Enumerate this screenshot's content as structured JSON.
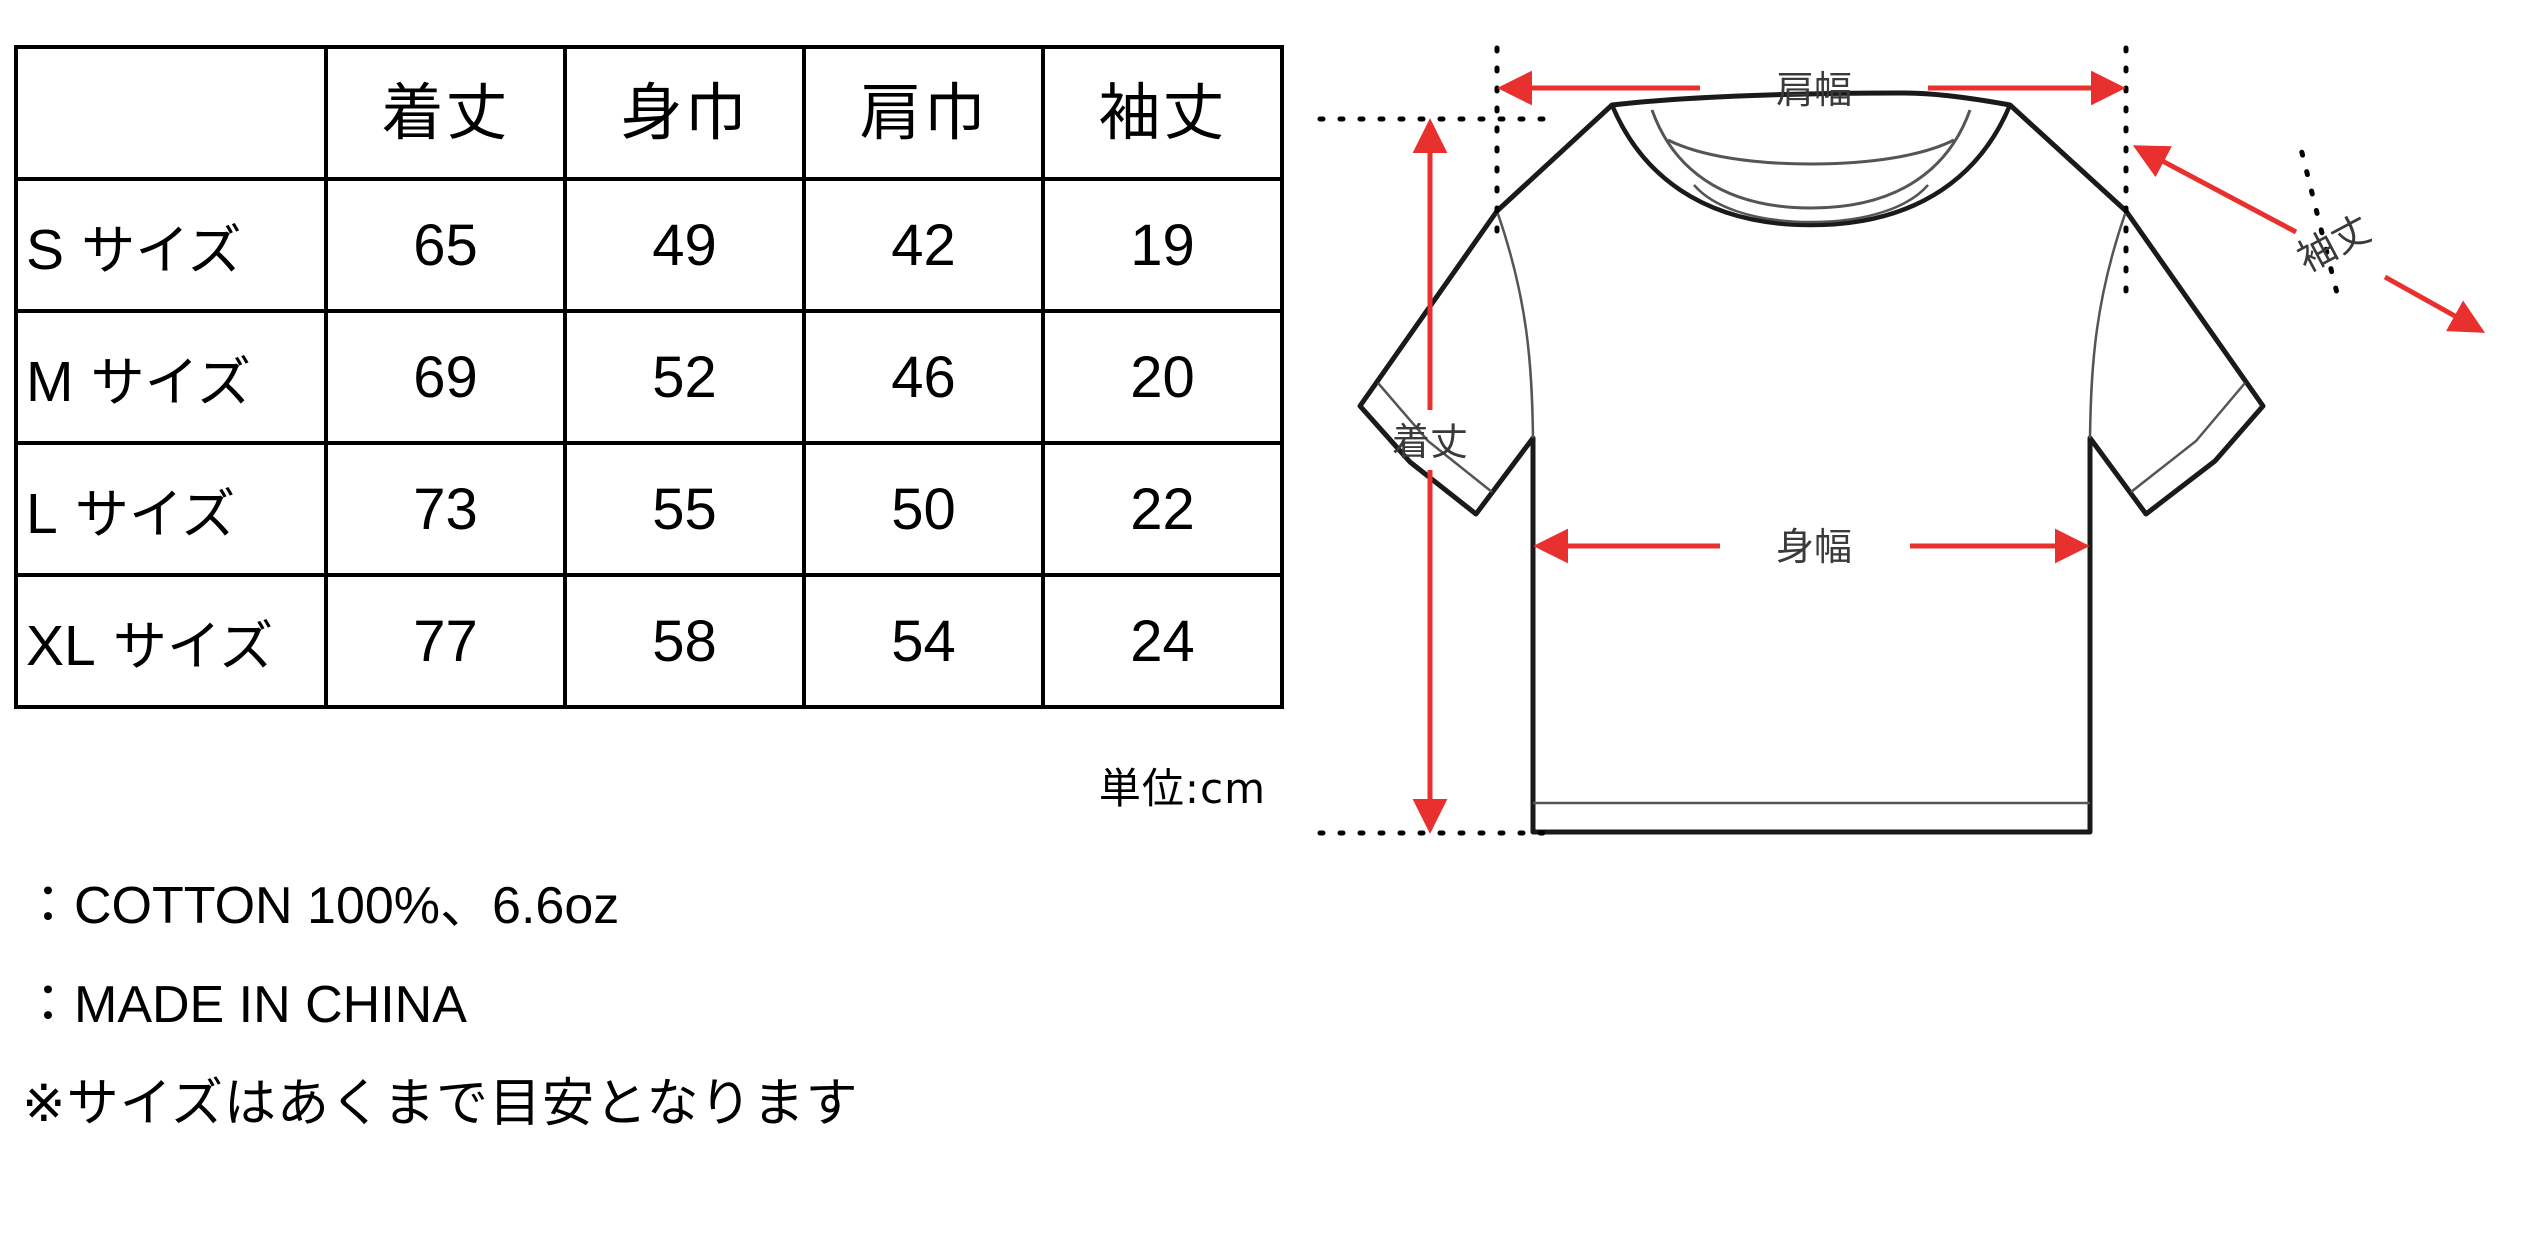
{
  "table": {
    "corner_label": "",
    "columns": [
      "着丈",
      "身巾",
      "肩巾",
      "袖丈"
    ],
    "rows": [
      {
        "label_size": "S",
        "label_suffix": " サイズ",
        "values": [
          "65",
          "49",
          "42",
          "19"
        ]
      },
      {
        "label_size": "M",
        "label_suffix": " サイズ",
        "values": [
          "69",
          "52",
          "46",
          "20"
        ]
      },
      {
        "label_size": "L",
        "label_suffix": " サイズ",
        "values": [
          "73",
          "55",
          "50",
          "22"
        ]
      },
      {
        "label_size": "XL",
        "label_suffix": " サイズ",
        "values": [
          "77",
          "58",
          "54",
          "24"
        ]
      }
    ],
    "unit_note": "単位:cm"
  },
  "notes": {
    "material": "：COTTON 100%、6.6oz",
    "origin": "：MADE IN CHINA",
    "disclaimer": "※サイズはあくまで目安となります"
  },
  "diagram": {
    "labels": {
      "shoulder_width": "肩幅",
      "sleeve_length": "袖丈",
      "body_length": "着丈",
      "body_width": "身幅"
    },
    "colors": {
      "arrow": "#e8312f",
      "guide": "#000000",
      "garment_outline": "#1a1a1a",
      "label_text": "#3a3a3a"
    }
  },
  "chart_data": {
    "type": "table",
    "title": "サイズ表",
    "categories": [
      "S サイズ",
      "M サイズ",
      "L サイズ",
      "XL サイズ"
    ],
    "columns": [
      "着丈",
      "身巾",
      "肩巾",
      "袖丈"
    ],
    "unit": "cm",
    "series": [
      {
        "name": "着丈",
        "values": [
          65,
          69,
          73,
          77
        ]
      },
      {
        "name": "身巾",
        "values": [
          49,
          52,
          55,
          58
        ]
      },
      {
        "name": "肩巾",
        "values": [
          42,
          46,
          50,
          54
        ]
      },
      {
        "name": "袖丈",
        "values": [
          19,
          20,
          22,
          24
        ]
      }
    ]
  }
}
